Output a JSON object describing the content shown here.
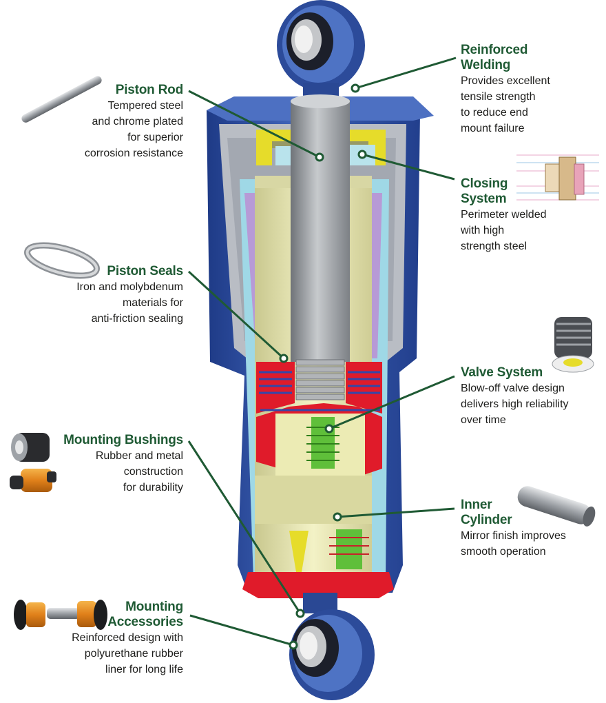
{
  "colors": {
    "label_green": "#1f5a34",
    "leader_line": "#1f5a34",
    "body_blue": "#2e4d9c",
    "rod_gray": "#9a9ea3",
    "inner_cream": "#ecebb4",
    "seal_red": "#e01b2a",
    "valve_green": "#5fbf3a",
    "cap_yellow": "#e6dc2a",
    "lining_purple": "#b79ad6"
  },
  "callouts": {
    "piston_rod": {
      "title": "Piston Rod",
      "desc": "Tempered steel\nand chrome plated\nfor superior\ncorrosion resistance"
    },
    "piston_seals": {
      "title": "Piston Seals",
      "desc": "Iron and molybdenum\nmaterials for\nanti-friction sealing"
    },
    "mounting_bushings": {
      "title": "Mounting Bushings",
      "desc": "Rubber and metal\nconstruction\nfor durability"
    },
    "mounting_accessories": {
      "title": "Mounting\nAccessories",
      "desc": "Reinforced design with\npolyurethane rubber\nliner for long life"
    },
    "reinforced_welding": {
      "title": "Reinforced\nWelding",
      "desc": "Provides excellent\ntensile strength\nto reduce end\nmount failure"
    },
    "closing_system": {
      "title": "Closing\nSystem",
      "desc": "Perimeter welded\nwith high\nstrength steel"
    },
    "valve_system": {
      "title": "Valve System",
      "desc": "Blow-off valve design\ndelivers high reliability\nover time"
    },
    "inner_cylinder": {
      "title": "Inner\nCylinder",
      "desc": "Mirror finish improves\nsmooth operation"
    }
  },
  "thumbnails": {
    "piston_rod": "rod-thumbnail",
    "piston_seals": "ring-thumbnail",
    "mounting_bushings": "bushing-thumbnails",
    "mounting_accessories": "accessory-kit-thumbnail",
    "closing_system": "closing-cross-section-thumbnail",
    "valve_system": "valve-assembly-thumbnail",
    "inner_cylinder": "tube-thumbnail"
  }
}
